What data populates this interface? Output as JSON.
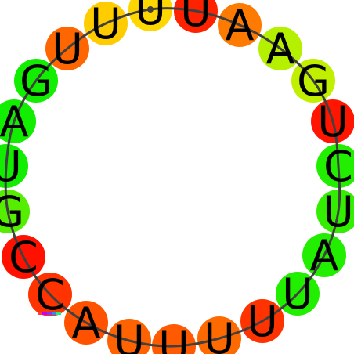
{
  "nucleotides": [
    {
      "letter": "U",
      "color": "#ffd700"
    },
    {
      "letter": "U",
      "color": "#ff2200"
    },
    {
      "letter": "A",
      "color": "#ff7a00"
    },
    {
      "letter": "A",
      "color": "#b5f000"
    },
    {
      "letter": "G",
      "color": "#c0f000"
    },
    {
      "letter": "U",
      "color": "#ff1500"
    },
    {
      "letter": "C",
      "color": "#22ee00"
    },
    {
      "letter": "U",
      "color": "#33ee00"
    },
    {
      "letter": "A",
      "color": "#22ee00"
    },
    {
      "letter": "U",
      "color": "#22ee00"
    },
    {
      "letter": "U",
      "color": "#ff3300"
    },
    {
      "letter": "U",
      "color": "#ff6a00"
    },
    {
      "letter": "U",
      "color": "#ff5a00"
    },
    {
      "letter": "U",
      "color": "#ff6200"
    },
    {
      "letter": "A",
      "color": "#ff5200"
    },
    {
      "letter": "C",
      "color": "#ff3300"
    },
    {
      "letter": "C",
      "color": "#ff1100"
    },
    {
      "letter": "G",
      "color": "#55ee00"
    },
    {
      "letter": "U",
      "color": "#11ee00"
    },
    {
      "letter": "A",
      "color": "#11ee00"
    },
    {
      "letter": "G",
      "color": "#11ee00"
    },
    {
      "letter": "U",
      "color": "#ff6600"
    },
    {
      "letter": "U",
      "color": "#ffcc00"
    }
  ],
  "backbone_color": "#404040"
}
